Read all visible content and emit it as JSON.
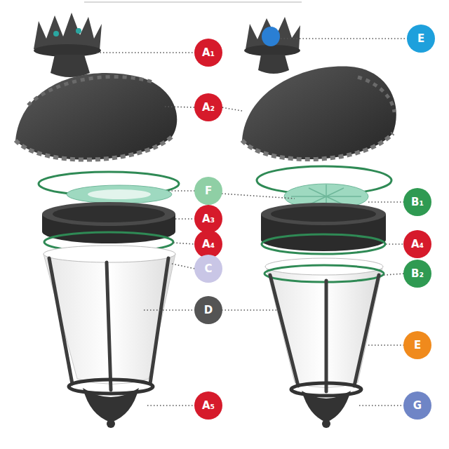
{
  "diagram": {
    "nodes": [
      {
        "text": [
          "A₁"
        ]
      },
      {
        "text": [
          "E"
        ]
      },
      {
        "text": [
          "A₂"
        ]
      },
      {
        "text": [
          "F"
        ]
      },
      {
        "text": [
          "B₁"
        ]
      },
      {
        "text": [
          "A₃"
        ]
      },
      {
        "text": [
          "A₄"
        ]
      },
      {
        "text": [
          "A₄"
        ]
      },
      {
        "text": [
          "C"
        ]
      },
      {
        "text": [
          "B₂"
        ]
      },
      {
        "text": [
          "D"
        ]
      },
      {
        "text": [
          "E"
        ]
      },
      {
        "text": [
          "A₅"
        ]
      },
      {
        "text": [
          "G"
        ]
      }
    ]
  }
}
